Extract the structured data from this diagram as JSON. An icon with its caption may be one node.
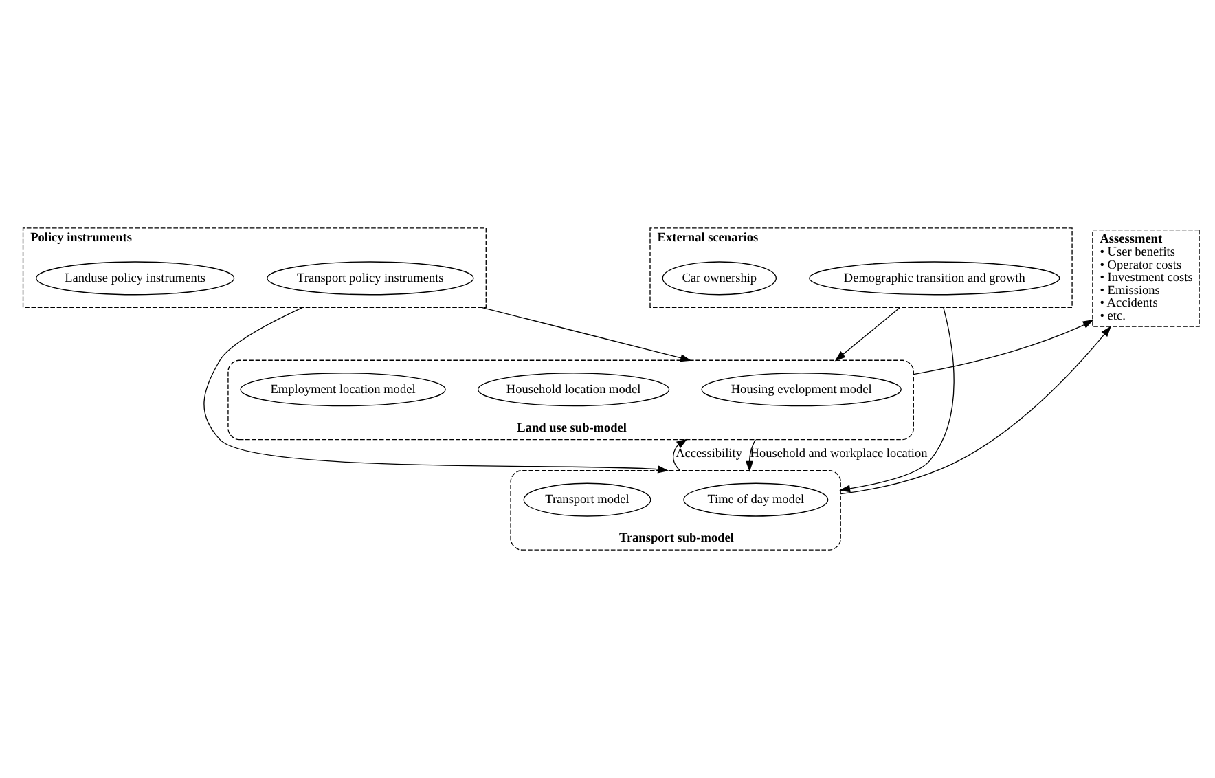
{
  "diagram": {
    "nodes": [
      {
        "text": [
          "External scenarios"
        ]
      },
      {
        "text": [
          "Demographic transition and growth"
        ],
        "in": 0
      },
      {
        "text": [
          "Car ownership"
        ],
        "in": 0
      },
      {
        "text": [
          "Policy instruments"
        ]
      },
      {
        "text": [
          "Transport policy instruments"
        ],
        "in": 3
      },
      {
        "text": [
          "Landuse policy instruments"
        ],
        "in": 3
      },
      {
        "text": [
          "Assessment",
          "• User benefits",
          "• Operator costs",
          "• Investment costs",
          "• Emissions",
          "• Accidents",
          "• etc."
        ]
      },
      {
        "text": [
          "Land use sub-model"
        ]
      },
      {
        "text": [
          "Housing evelopment model"
        ],
        "in": 7
      },
      {
        "text": [
          "Household location model"
        ],
        "in": 7
      },
      {
        "text": [
          "Employment location model"
        ],
        "in": 7
      },
      {
        "text": [
          "Transport sub-model"
        ]
      },
      {
        "text": [
          "Time of day model"
        ],
        "in": 11
      },
      {
        "text": [
          "Transport model"
        ],
        "in": 11
      }
    ],
    "edges": [
      {
        "from": 0,
        "to": 7,
        "arrow": "to"
      },
      {
        "from": 0,
        "to": 11,
        "arrow": "to"
      },
      {
        "from": 3,
        "to": 7,
        "arrow": "to"
      },
      {
        "from": 3,
        "to": 11,
        "arrow": "to"
      },
      {
        "from": 7,
        "to": 11,
        "arrow": "to",
        "label": "Household and workplace location"
      },
      {
        "from": 11,
        "to": 7,
        "arrow": "to",
        "label": "Accessibility"
      },
      {
        "from": 11,
        "to": 6,
        "arrow": "to"
      },
      {
        "from": 7,
        "to": 6,
        "arrow": "to"
      }
    ]
  }
}
